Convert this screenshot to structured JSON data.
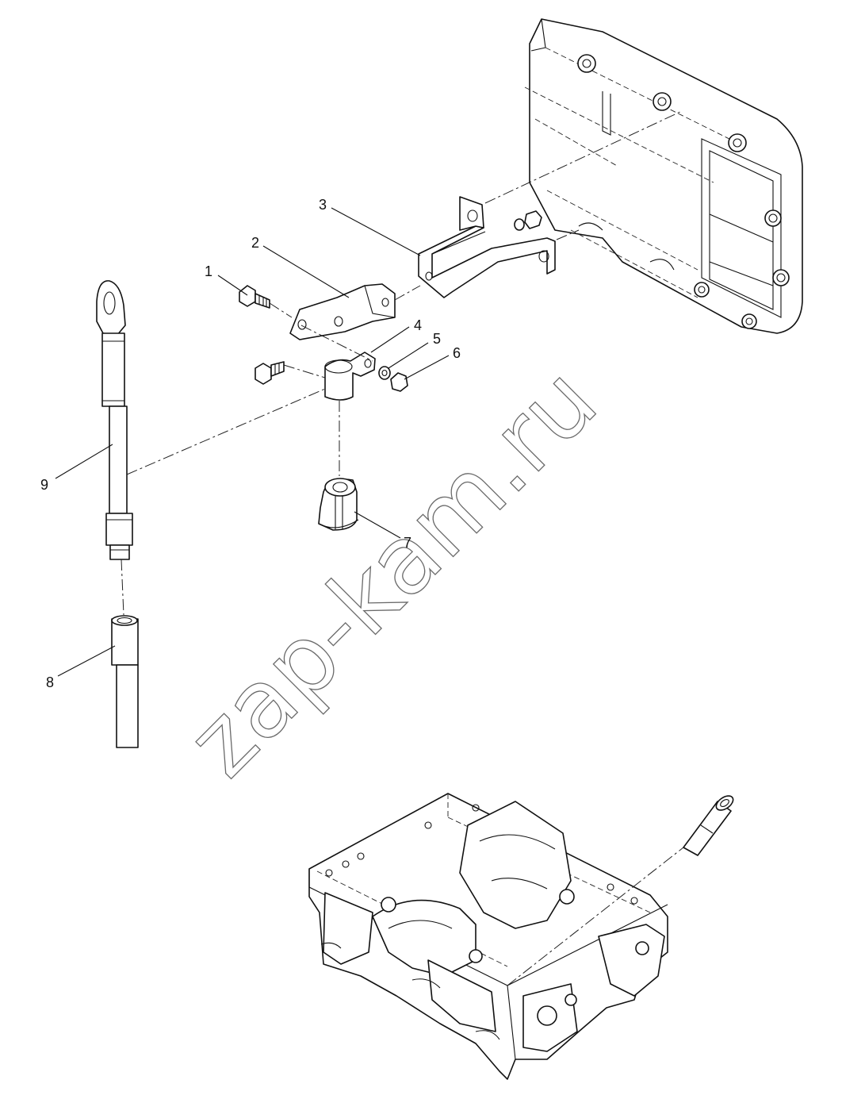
{
  "callouts": [
    {
      "id": "callout-1",
      "label": "1"
    },
    {
      "id": "callout-2",
      "label": "2"
    },
    {
      "id": "callout-3",
      "label": "3"
    },
    {
      "id": "callout-4",
      "label": "4"
    },
    {
      "id": "callout-5",
      "label": "5"
    },
    {
      "id": "callout-6",
      "label": "6"
    },
    {
      "id": "callout-7",
      "label": "7"
    },
    {
      "id": "callout-8",
      "label": "8"
    },
    {
      "id": "callout-9",
      "label": "9"
    }
  ],
  "watermark": "zap-kam.ru",
  "colors": {
    "line": "#111111",
    "watermark": "#6a6a6a",
    "background": "#ffffff"
  }
}
